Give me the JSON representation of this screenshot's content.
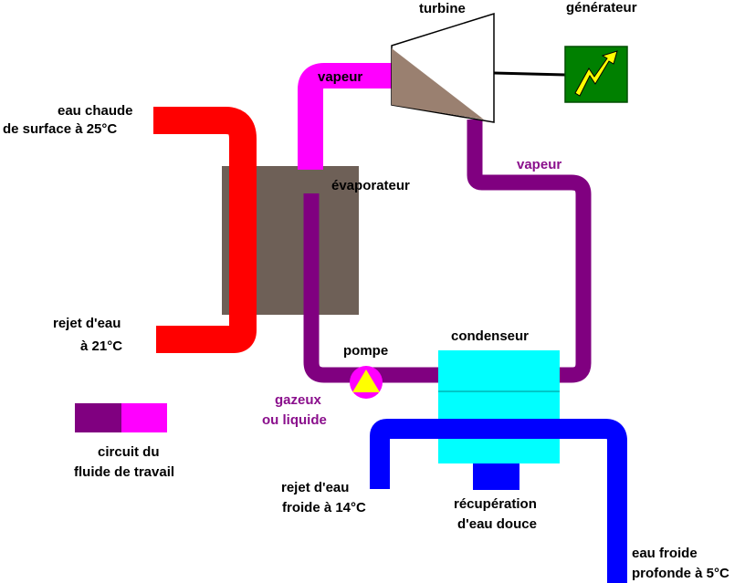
{
  "labels": {
    "turbine": "turbine",
    "generator": "générateur",
    "vapor_top": "vapeur",
    "vapor_right": "vapeur",
    "warm_in_line1": "eau chaude",
    "warm_in_line2": "de surface à 25°C",
    "warm_out_line1": "rejet d'eau",
    "warm_out_line2": "à 21°C",
    "evaporator": "évaporateur",
    "pump": "pompe",
    "condenser": "condenseur",
    "phase_line1": "gazeux",
    "phase_line2": "ou liquide",
    "legend_line1": "circuit du",
    "legend_line2": "fluide de travail",
    "cold_out_line1": "rejet d'eau",
    "cold_out_line2": "froide à 14°C",
    "freshwater_line1": "récupération",
    "freshwater_line2": "d'eau douce",
    "cold_in_line1": "eau froide",
    "cold_in_line2": "profonde à 5°C"
  },
  "colors": {
    "warm_water": "#ff0000",
    "cold_water": "#0000ff",
    "working_fluid_liquid": "#800080",
    "working_fluid_vapor": "#ff00ff",
    "evaporator": "#6e6057",
    "condenser": "#00ffff",
    "pump_body": "#ff00ff",
    "pump_arrow": "#ffff00",
    "turbine_fill": "#9a8070",
    "generator_box": "#008000",
    "generator_bolt": "#ffff00"
  },
  "icons": {
    "generator": "lightning-bolt-arrow-icon",
    "pump": "triangle-pump-icon",
    "turbine": "turbine-icon"
  }
}
